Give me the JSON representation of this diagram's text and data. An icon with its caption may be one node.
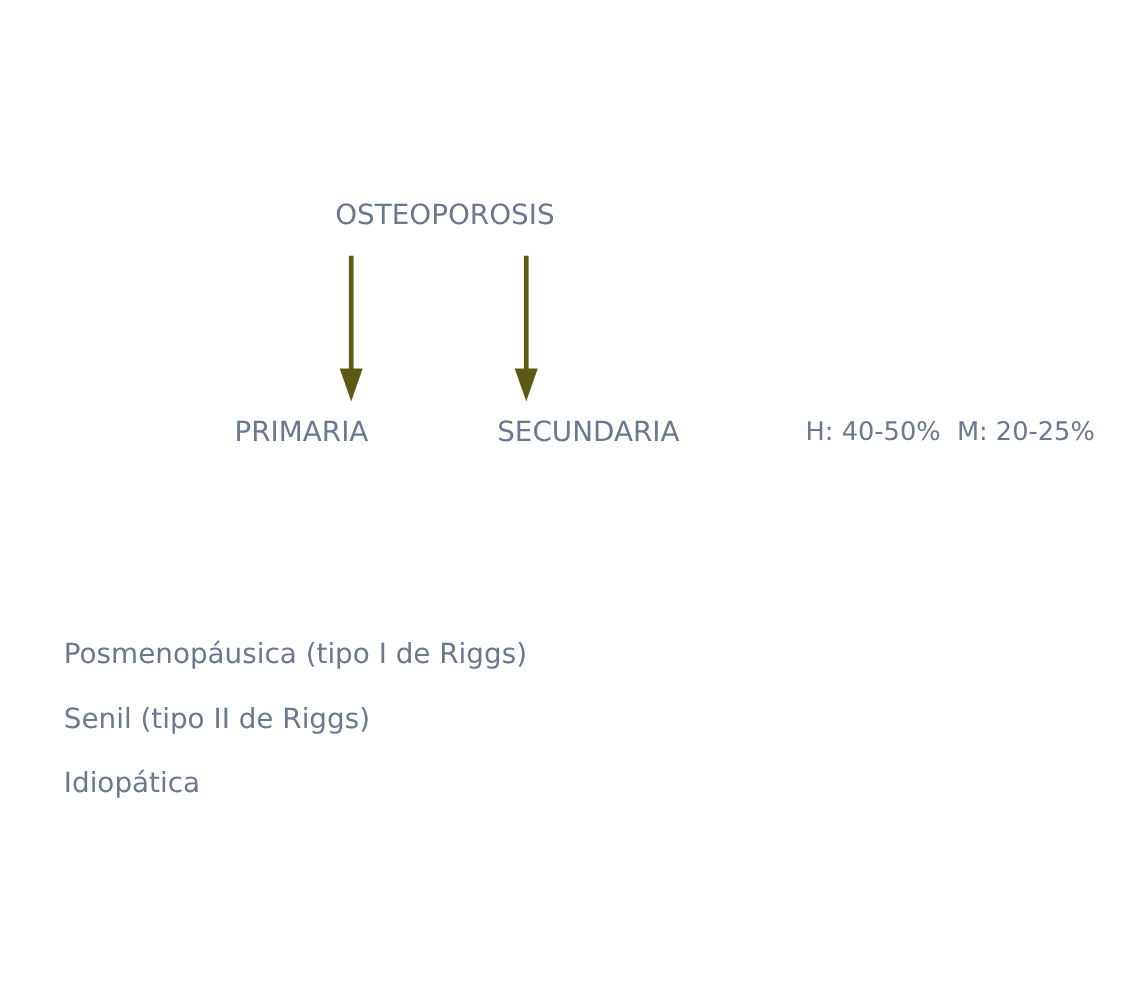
{
  "diagram": {
    "nodes": [
      {
        "text": [
          "OSTEOPOROSIS"
        ]
      },
      {
        "text": [
          "PRIMARIA"
        ]
      },
      {
        "text": [
          "SECUNDARIA"
        ]
      }
    ],
    "edges": [
      {
        "from": 0,
        "to": 1,
        "arrow": "to",
        "color": "#5c5a12"
      },
      {
        "from": 0,
        "to": 2,
        "arrow": "to",
        "color": "#5c5a12"
      }
    ],
    "labels": [
      "H: 40-50%  M: 20-25%",
      "Posmenopáusica (tipo I de Riggs)",
      "Senil (tipo II de Riggs)",
      "Idiopática"
    ]
  }
}
